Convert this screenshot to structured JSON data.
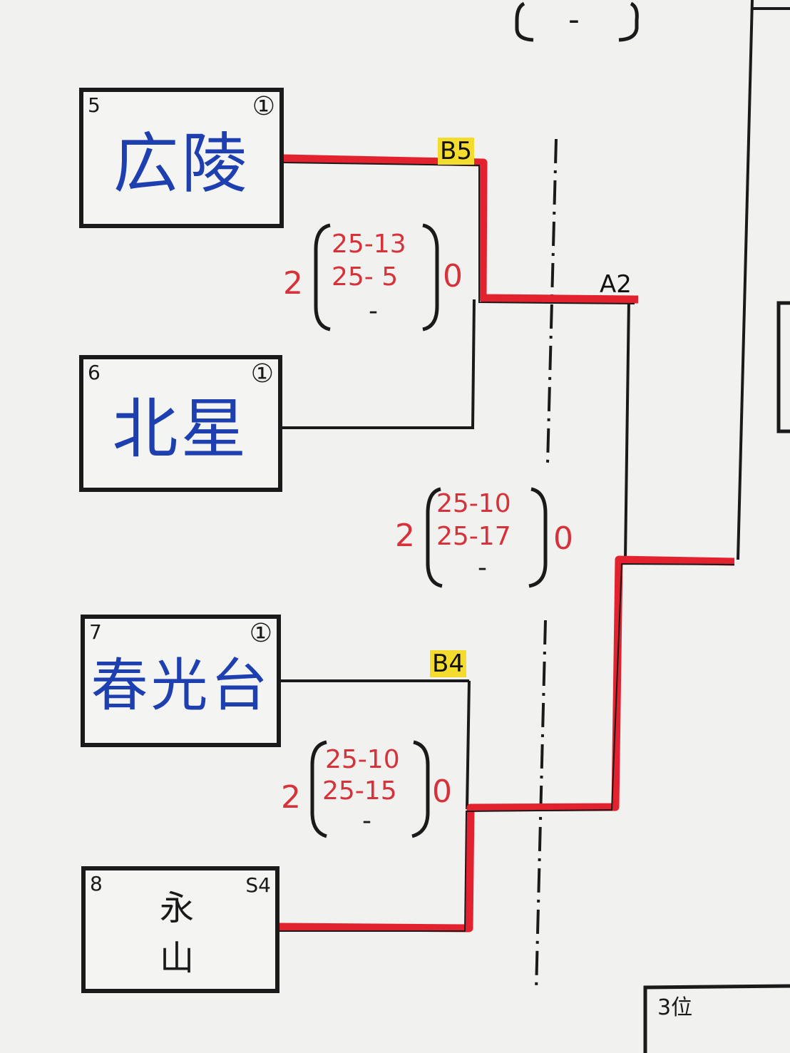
{
  "teams": [
    {
      "seed": "5",
      "rank": "①",
      "name": "広陵"
    },
    {
      "seed": "6",
      "rank": "①",
      "name": "北星"
    },
    {
      "seed": "7",
      "rank": "①",
      "name": "春光台"
    },
    {
      "seed": "8",
      "rank": "S4",
      "name": "永 山"
    }
  ],
  "match_codes": {
    "top": "B5",
    "mid": "A2",
    "bottom": "B4"
  },
  "scores": {
    "match1": {
      "winner_sets": "2",
      "loser_sets": "0",
      "sets": [
        "25-13",
        "25- 5",
        "-"
      ]
    },
    "match2": {
      "winner_sets": "2",
      "loser_sets": "0",
      "sets": [
        "25-10",
        "25-17",
        "-"
      ]
    },
    "match3": {
      "winner_sets": "2",
      "loser_sets": "0",
      "sets": [
        "25-10",
        "25-15",
        "-"
      ]
    }
  },
  "top_partial_score": "-",
  "third_place": "3位",
  "colors": {
    "winner_line": "#e2232f",
    "ink": "#1a1a1a",
    "team_ink": "#1d3fb0",
    "score_ink": "#d6323a",
    "tag_bg": "#f4dc2e"
  }
}
